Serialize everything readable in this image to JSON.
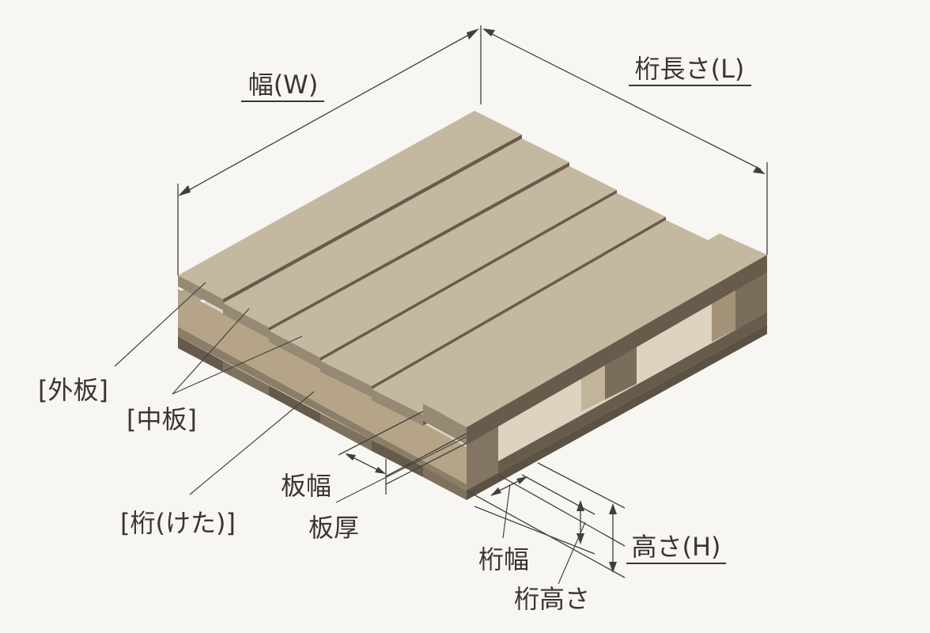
{
  "labels": {
    "width": "幅(W)",
    "length": "桁長さ(L)",
    "outer_board": "[外板]",
    "middle_board": "[中板]",
    "stringer": "[桁(けた)]",
    "board_width": "板幅",
    "board_thickness": "板厚",
    "stringer_width": "桁幅",
    "height": "高さ(H)",
    "stringer_height": "桁高さ"
  },
  "colors": {
    "background": "#f8f6f2",
    "board_top": "#c5b8a1",
    "board_side": "#978a74",
    "board_front": "#675c4b",
    "stringer_front": "#b5a487",
    "stringer_end": "#827563",
    "shadow_light": "#ddd3c0",
    "line": "#3f3f3f"
  }
}
